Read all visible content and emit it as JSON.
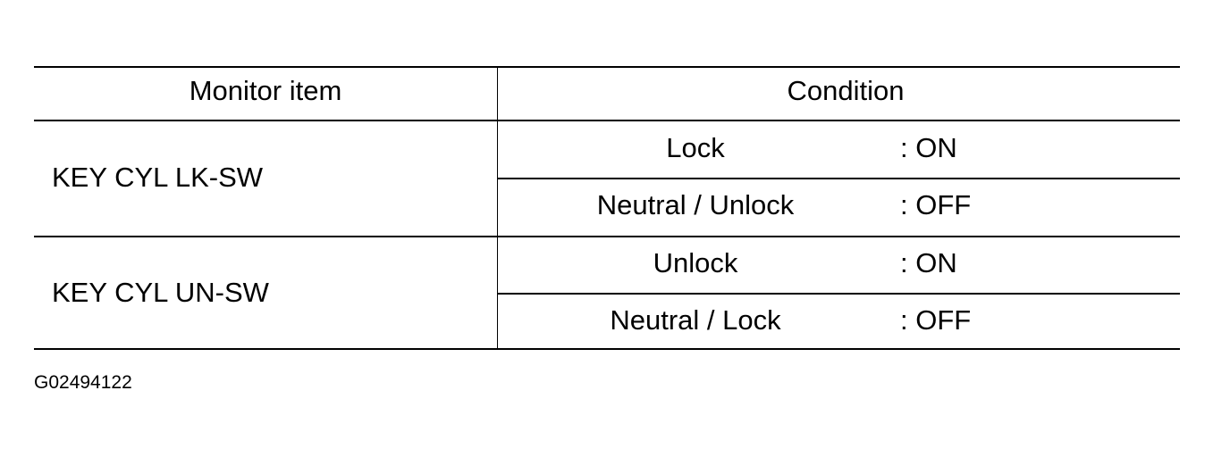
{
  "table": {
    "header": {
      "monitor_item": "Monitor item",
      "condition": "Condition"
    },
    "rows": [
      {
        "item": "KEY CYL LK-SW",
        "conditions": [
          {
            "state": "Lock",
            "value": ": ON"
          },
          {
            "state": "Neutral / Unlock",
            "value": ": OFF"
          }
        ]
      },
      {
        "item": "KEY CYL UN-SW",
        "conditions": [
          {
            "state": "Unlock",
            "value": ": ON"
          },
          {
            "state": "Neutral / Lock",
            "value": ": OFF"
          }
        ]
      }
    ]
  },
  "figure_id": "G02494122"
}
